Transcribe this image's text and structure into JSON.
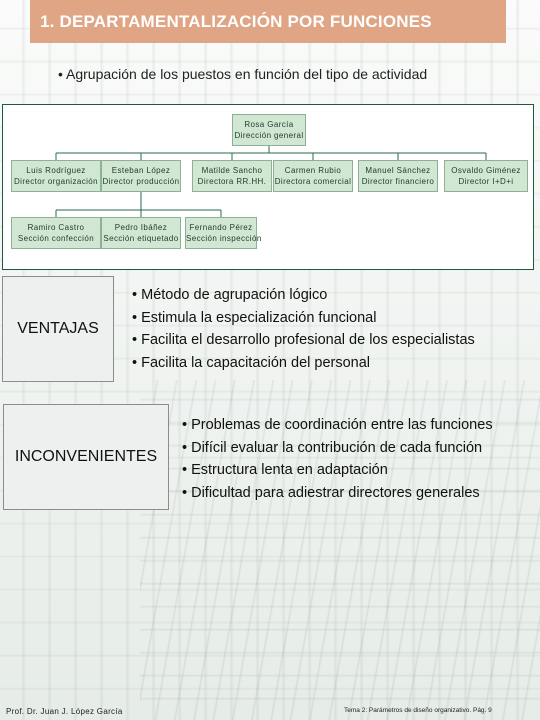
{
  "title": "1. DEPARTAMENTALIZACIÓN POR FUNCIONES",
  "subtitle": "• Agrupación de los puestos en función del tipo de actividad",
  "org": {
    "root": {
      "name": "Rosa García",
      "role": "Dirección general"
    },
    "directors": [
      {
        "name": "Luis Rodríguez",
        "role": "Director organización"
      },
      {
        "name": "Esteban López",
        "role": "Director producción"
      },
      {
        "name": "Matilde Sancho",
        "role": "Directora RR.HH."
      },
      {
        "name": "Carmen Rubio",
        "role": "Directora comercial"
      },
      {
        "name": "Manuel Sánchez",
        "role": "Director financiero"
      },
      {
        "name": "Osvaldo Giménez",
        "role": "Director I+D+i"
      }
    ],
    "sections": [
      {
        "name": "Ramiro Castro",
        "role": "Sección confección"
      },
      {
        "name": "Pedro Ibáñez",
        "role": "Sección etiquetado"
      },
      {
        "name": "Fernando Pérez",
        "role": "Sección inspección"
      }
    ]
  },
  "ventajas": {
    "label": "VENTAJAS",
    "items": [
      "Método de agrupación lógico",
      "Estimula la especialización funcional",
      "Facilita el desarrollo profesional de los especialistas",
      "Facilita la capacitación del personal"
    ]
  },
  "inconvenientes": {
    "label": "INCONVENIENTES",
    "items": [
      "Problemas de coordinación entre las funciones",
      "Difícil evaluar la contribución de cada función",
      "Estructura lenta en adaptación",
      "Dificultad para adiestrar directores generales"
    ]
  },
  "footer": {
    "author": "Prof. Dr. Juan J. López García",
    "page": "Tema 2: Parámetros de diseño organizativo. Pág. 9"
  },
  "colors": {
    "title_bar": "#e0a585",
    "node_fill": "#d2e6d4",
    "org_border": "#1d5a3d"
  }
}
